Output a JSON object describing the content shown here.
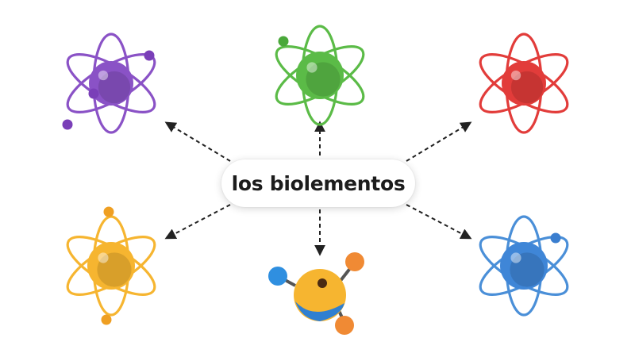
{
  "center": {
    "label": "los biolementos"
  },
  "atoms": [
    {
      "id": "purple",
      "icon": "atom-icon",
      "nucleus": "#8a52c6",
      "orbit": "#8a52c6",
      "electron": "#7a3fb8"
    },
    {
      "id": "green",
      "icon": "atom-icon",
      "nucleus": "#5bbb47",
      "orbit": "#5bbb47",
      "electron": "#4aa83a"
    },
    {
      "id": "red",
      "icon": "atom-icon",
      "nucleus": "#e23c3a",
      "orbit": "#e23c3a",
      "electron": "#d22f2c"
    },
    {
      "id": "orange",
      "icon": "atom-icon",
      "nucleus": "#f6b530",
      "orbit": "#f6b530",
      "electron": "#ef9f22"
    },
    {
      "id": "blue",
      "icon": "atom-icon",
      "nucleus": "#3f86d7",
      "orbit": "#4a8fd8",
      "electron": "#3a7ecf"
    }
  ],
  "molecule": {
    "icon": "molecule-icon",
    "body": "#f6b530",
    "accent": "#2f7fd0",
    "small_atoms": [
      "#2f8fe0",
      "#f08a34",
      "#f08a34"
    ]
  },
  "arrow_color": "#222222"
}
